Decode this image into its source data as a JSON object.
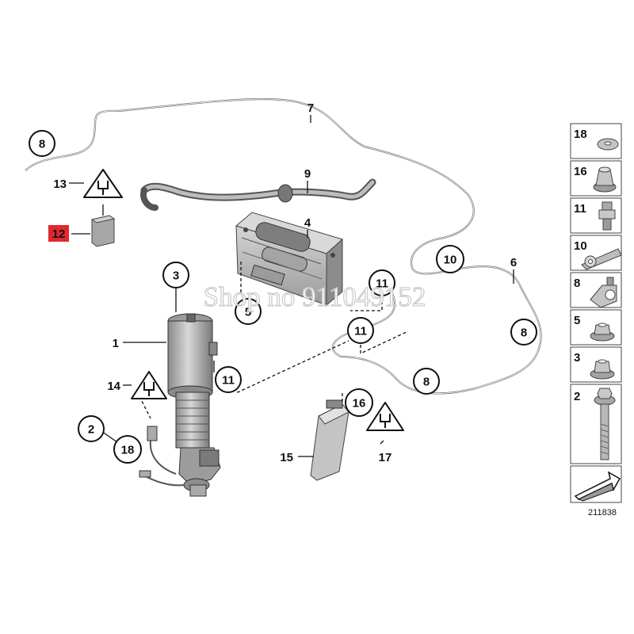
{
  "callouts": {
    "c1": "1",
    "c2": "2",
    "c3": "3",
    "c4": "4",
    "c5": "5",
    "c6": "6",
    "c7": "7",
    "c8a": "8",
    "c8b": "8",
    "c8c": "8",
    "c9": "9",
    "c10": "10",
    "c11a": "11",
    "c11b": "11",
    "c11c": "11",
    "c12": "12",
    "c13": "13",
    "c14": "14",
    "c15": "15",
    "c16": "16",
    "c17": "17",
    "c18": "18"
  },
  "side_panel": {
    "items": [
      "18",
      "16",
      "11",
      "10",
      "8",
      "5",
      "3",
      "2"
    ]
  },
  "watermark": "Shop no 911049152",
  "reference_number": "211838",
  "highlight_color": "#e0282e"
}
